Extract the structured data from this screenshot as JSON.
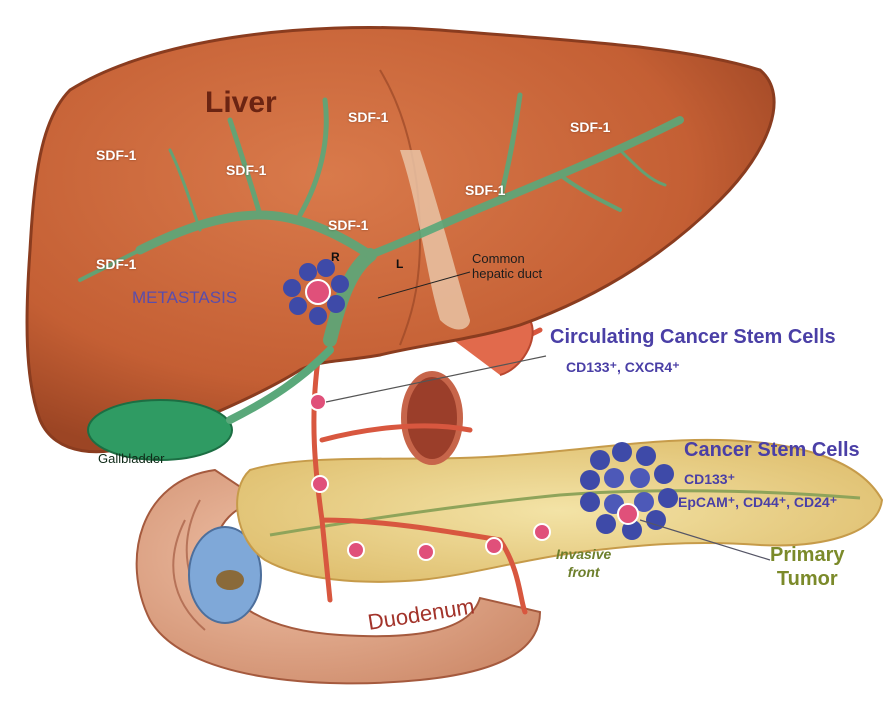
{
  "labels": {
    "liver": "Liver",
    "sdf1": "SDF-1",
    "right": "R",
    "left": "L",
    "common_hepatic_duct_line1": "Common",
    "common_hepatic_duct_line2": "hepatic duct",
    "metastasis": "METASTASIS",
    "gallbladder": "Gallbladder",
    "circulating_title": "Circulating Cancer Stem Cells",
    "circulating_markers": "CD133⁺, CXCR4⁺",
    "csc_title": "Cancer Stem Cells",
    "csc_marker_1": "CD133⁺",
    "csc_marker_2": "EpCAM⁺, CD44⁺, CD24⁺",
    "invasive_line1": "Invasive",
    "invasive_line2": "front",
    "primary_line1": "Primary",
    "primary_line2": "Tumor",
    "duodenum": "Duodenum"
  },
  "colors": {
    "liver": "#c8653a",
    "biliary_tree": "#5aa87a",
    "gallbladder": "#2f9b63",
    "pancreas": "#ecd58e",
    "duodenum": "#e4a98c",
    "vessels": "#d8573f",
    "tumor_cells": "#3e4aa8",
    "stem_cell_core": "#e0507a",
    "label_purple": "#4a3fa6",
    "label_olive": "#7b8a2a"
  }
}
